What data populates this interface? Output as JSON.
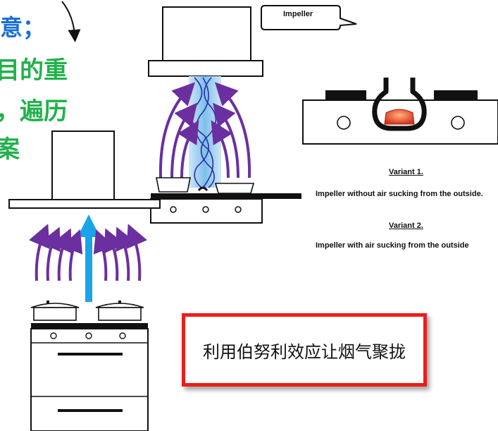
{
  "headline_lines": [
    "意；",
    "目的重",
    "，遍历",
    "案"
  ],
  "callout": {
    "label": "Impeller"
  },
  "variants": [
    {
      "title": "Variant 1.",
      "description": "Impeller without air sucking from the outside."
    },
    {
      "title": "Variant 2.",
      "description": "Impeller with air sucking from the outside"
    }
  ],
  "highlight_box": {
    "text": "利用伯努利效应让烟气聚拢"
  },
  "colors": {
    "headline_blue": "#1a6fd6",
    "headline_green": "#22b14c",
    "airflow_purple": "#6b2fa0",
    "upflow_blue": "#1aa3e8",
    "highlight_border": "#ee1c1c",
    "flame": "#e8442a"
  }
}
